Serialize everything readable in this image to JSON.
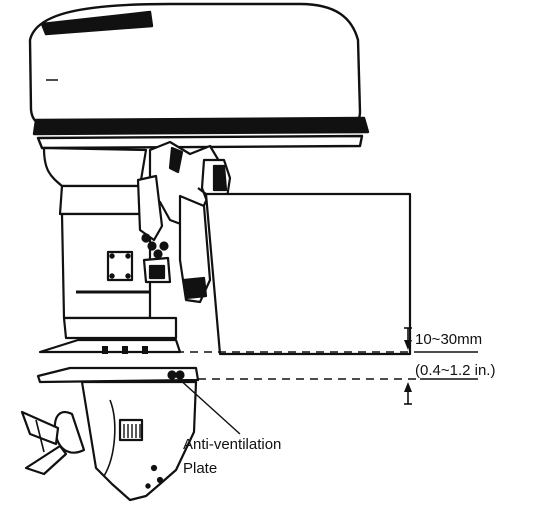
{
  "figure": {
    "dimension": {
      "metric": "10~30mm",
      "imperial": "(0.4~1.2 in.)"
    },
    "callout": {
      "line1": "Anti-ventilation",
      "line2": "Plate"
    }
  }
}
